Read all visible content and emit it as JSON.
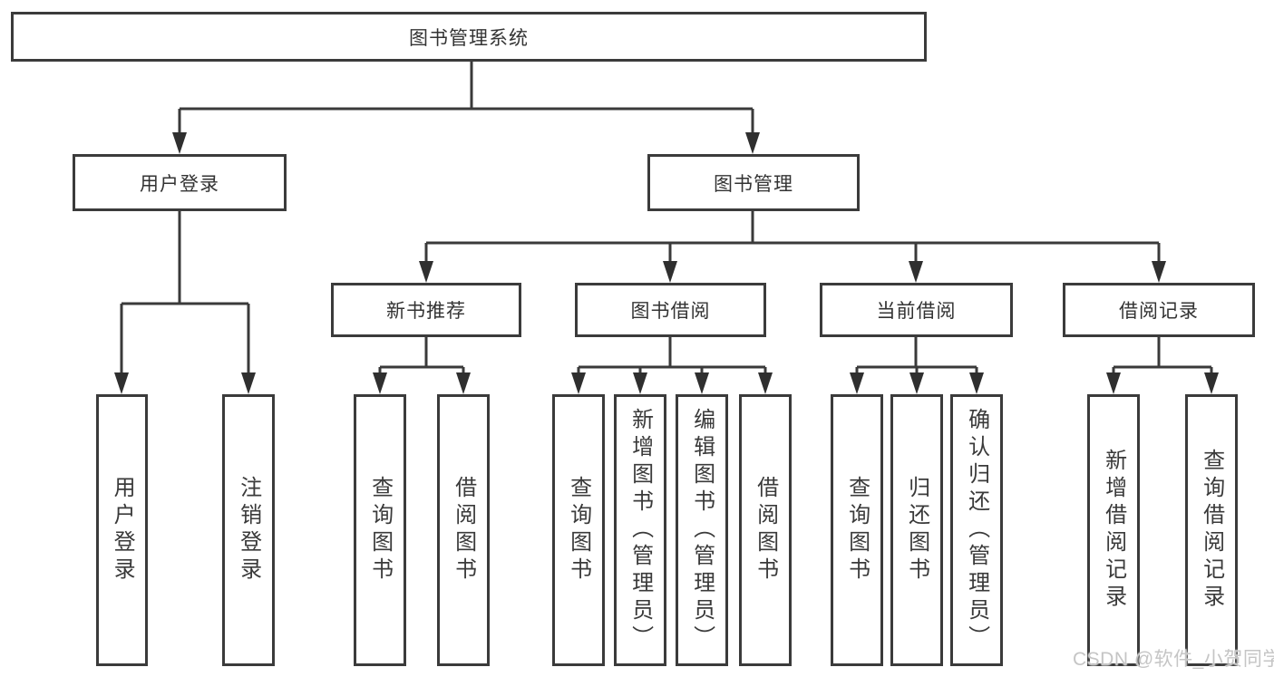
{
  "diagram_title": "图书管理系统",
  "tree": {
    "root": {
      "label": "图书管理系统"
    },
    "children": [
      {
        "label": "用户登录",
        "children": [
          {
            "label": "用户登录"
          },
          {
            "label": "注销登录"
          }
        ]
      },
      {
        "label": "图书管理",
        "children": [
          {
            "label": "新书推荐",
            "children": [
              {
                "label": "查询图书"
              },
              {
                "label": "借阅图书"
              }
            ]
          },
          {
            "label": "图书借阅",
            "children": [
              {
                "label": "查询图书"
              },
              {
                "label": "新增图书（管理员）"
              },
              {
                "label": "编辑图书（管理员）"
              },
              {
                "label": "借阅图书"
              }
            ]
          },
          {
            "label": "当前借阅",
            "children": [
              {
                "label": "查询图书"
              },
              {
                "label": "归还图书"
              },
              {
                "label": "确认归还（管理员）"
              }
            ]
          },
          {
            "label": "借阅记录",
            "children": [
              {
                "label": "新增借阅记录"
              },
              {
                "label": "查询借阅记录"
              }
            ]
          }
        ]
      }
    ]
  },
  "watermark": "CSDN @软件_小贺同学",
  "colors": {
    "line": "#3a3a3a",
    "border": "#3b3b3b",
    "text": "#333333",
    "watermark": "#c5c5c5",
    "background": "#ffffff"
  }
}
